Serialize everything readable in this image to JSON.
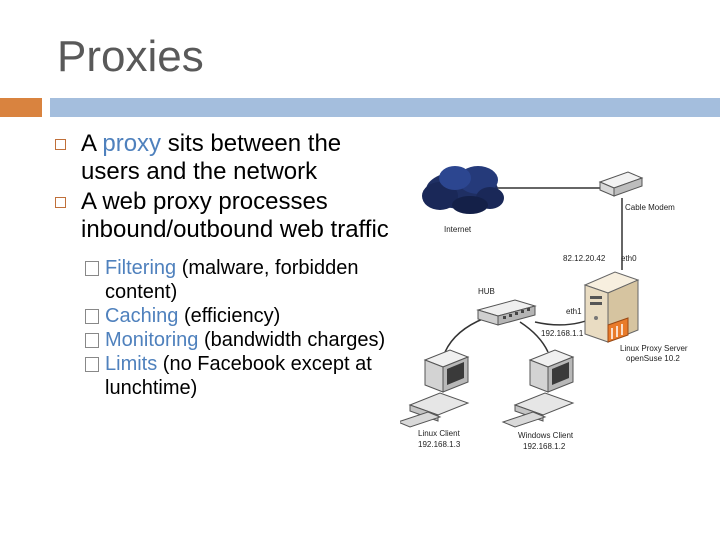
{
  "slide": {
    "title": "Proxies"
  },
  "bullets": [
    {
      "pre": "A ",
      "highlight": "proxy",
      "post": " sits between the users and the network"
    },
    {
      "text": "A web proxy processes inbound/outbound web traffic"
    }
  ],
  "subbullets": [
    {
      "highlight": "Filtering",
      "post": " (malware, forbidden content)"
    },
    {
      "highlight": "Caching",
      "post": " (efficiency)"
    },
    {
      "highlight": "Monitoring",
      "post": " (bandwidth charges)"
    },
    {
      "highlight": "Limits",
      "post": " (no Facebook except at lunchtime)"
    }
  ],
  "diagram": {
    "internet": "Internet",
    "cable_modem": "Cable Modem",
    "ip_wan": "82.12.20.42",
    "eth0": "eth0",
    "hub": "HUB",
    "eth1": "eth1",
    "ip_lan": "192.168.1.1",
    "proxy_server_line1": "Linux Proxy Server",
    "proxy_server_line2": "openSuse 10.2",
    "linux_client": "Linux Client",
    "linux_client_ip": "192.168.1.3",
    "windows_client": "Windows Client",
    "windows_client_ip": "192.168.1.2"
  },
  "colors": {
    "accent": "#4f81bd",
    "title": "#595959",
    "bar_orange": "#d9833f",
    "bar_blue": "#a4bedd"
  }
}
